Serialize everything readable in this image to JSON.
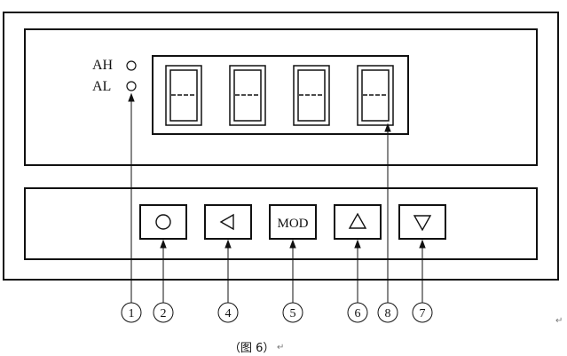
{
  "indicators": [
    {
      "label": "AH"
    },
    {
      "label": "AL"
    }
  ],
  "display": {
    "digits": [
      "----",
      "----",
      "----",
      "----"
    ]
  },
  "buttons": [
    {
      "id": "circle",
      "icon": "circle-icon",
      "label": "○",
      "callout": "2"
    },
    {
      "id": "left",
      "icon": "left-triangle-icon",
      "label": "◁",
      "callout": "4"
    },
    {
      "id": "mod",
      "icon": null,
      "label": "MOD",
      "callout": "5"
    },
    {
      "id": "up",
      "icon": "up-triangle-icon",
      "label": "△",
      "callout": "6"
    },
    {
      "id": "down",
      "icon": "down-triangle-icon",
      "label": "▽",
      "callout": "7"
    }
  ],
  "callouts": [
    "1",
    "2",
    "4",
    "5",
    "6",
    "8",
    "7"
  ],
  "caption": "（图 6）",
  "edit_marks": [
    "↵",
    "↵"
  ]
}
